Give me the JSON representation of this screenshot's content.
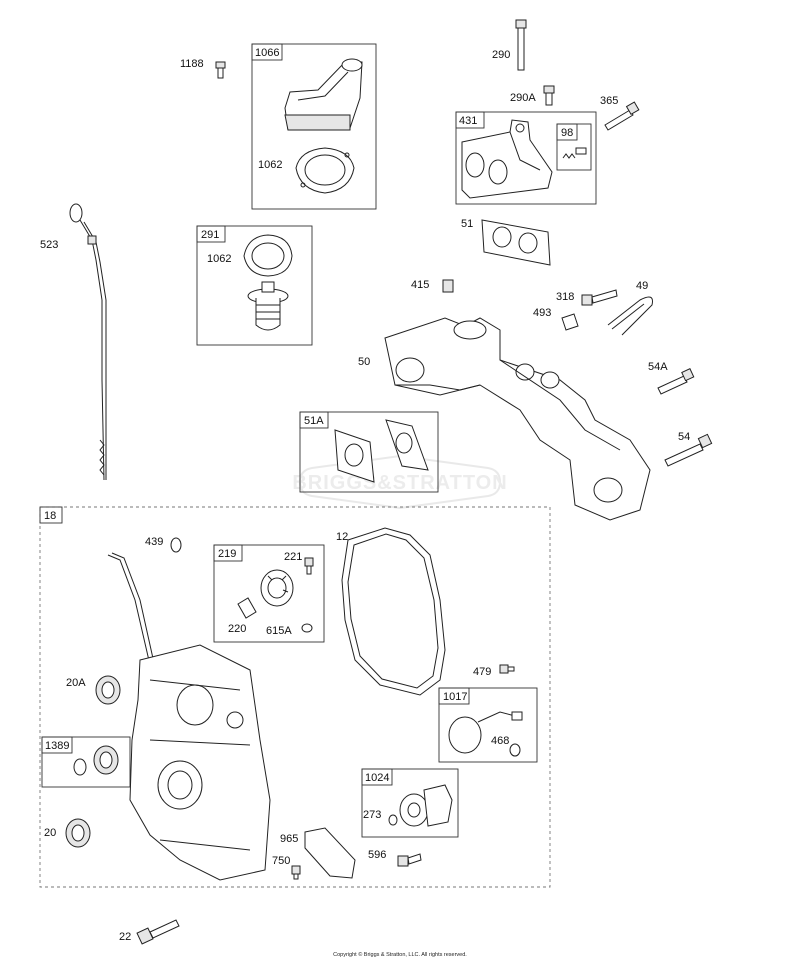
{
  "labels": {
    "p1188": "1188",
    "p1066": "1066",
    "p1062a": "1062",
    "p290": "290",
    "p290A": "290A",
    "p365": "365",
    "p431": "431",
    "p98": "98",
    "p523": "523",
    "p291": "291",
    "p1062b": "1062",
    "p51": "51",
    "p415": "415",
    "p318": "318",
    "p49": "49",
    "p493": "493",
    "p50": "50",
    "p54A": "54A",
    "p51A": "51A",
    "p54": "54",
    "p18": "18",
    "p439": "439",
    "p219": "219",
    "p221": "221",
    "p12": "12",
    "p220": "220",
    "p615A": "615A",
    "p479": "479",
    "p20A": "20A",
    "p1017": "1017",
    "p468": "468",
    "p1389": "1389",
    "p1024": "1024",
    "p273": "273",
    "p20": "20",
    "p965": "965",
    "p750": "750",
    "p596": "596",
    "p22": "22"
  },
  "watermark": "BRIGGS&STRATTON",
  "copyright": "Copyright © Briggs & Stratton, LLC. All rights reserved."
}
